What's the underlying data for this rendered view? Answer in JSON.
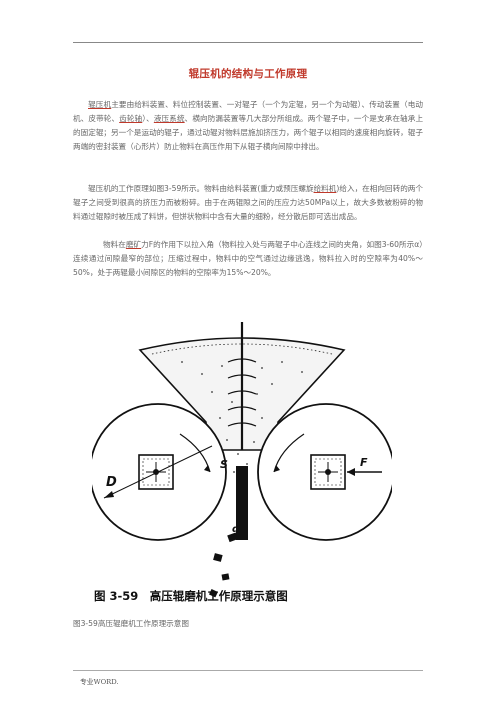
{
  "title": "辊压机的结构与工作原理",
  "p1": {
    "link": "辊压机",
    "a": "主要由给料装置、料位控制装置、一对辊子（一个为定辊，另一个为动辊）、传动装置（电动机、皮带轮、",
    "gear": "齿轮轴",
    "b": "）、",
    "hyd": "液压系统",
    "c": "、横向防漏装置等几大部分所组成。两个辊子中，一个是支承在轴承上的固定辊；另一个是运动的辊子，通过动辊对物料层施加挤压力，两个辊子以相同的速度相向旋转，辊子两端的密封装置（心形片）防止物料在高压作用下从辊子横向间隙中排出。"
  },
  "p2": {
    "a": "辊压机的工作原理如图3-59所示。物料由给料装置(重力或预压螺旋",
    "feeder": "给料机",
    "b": ")给入，在相向回转的两个辊子之间受到很高的挤压力而被粉碎。由于在两辊隙之间的压应力达50MPa以上，故大多数被粉碎的物料通过辊隙时被压成了料饼，但饼状物料中含有大量的细粉，经分散后即可选出成品。"
  },
  "p3": {
    "a": "物料在",
    "mill": "磨矿",
    "b": "力F的作用下以拉入角（物料拉入处与两辊子中心连线之间的夹角，如图3-60所示α）连续通过间隙最窄的部位；压缩过程中，物料中的空气通过边缘逃逸，物料拉入时的空隙率为40%～50%，处于两辊最小间隙区的物料的空隙率为15%～20%。"
  },
  "figure": {
    "label_D": "D",
    "label_S": "S",
    "label_F": "F",
    "label_d": "d",
    "printed_caption": "图 3-59　高压辊磨机工作原理示意图"
  },
  "caption": "图3-59高压辊磨机工作原理示意图",
  "footer": "专业WORD."
}
